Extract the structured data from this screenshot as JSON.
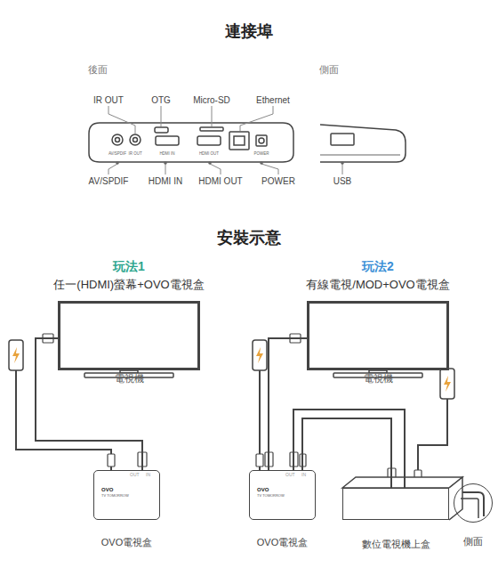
{
  "diagram": {
    "title": "連接埠",
    "nodes": [
      {
        "text": [
          "電視機"
        ]
      },
      {
        "text": [
          "OUT",
          "IN",
          "OVO",
          "TV TOMORROW",
          "OVO電視盒"
        ]
      },
      {
        "text": [
          "電視機"
        ]
      },
      {
        "text": [
          "OUT",
          "IN",
          "OVO",
          "TV TOMORROW",
          "OVO電視盒"
        ]
      },
      {
        "text": [
          "數位電視機上盒"
        ]
      },
      {
        "text": [
          "側面"
        ]
      }
    ],
    "edges": [
      {
        "from": 1,
        "to": 0,
        "arrow": "none"
      },
      {
        "from": 3,
        "to": 2,
        "arrow": "none"
      },
      {
        "from": 4,
        "to": 3,
        "arrow": "none"
      },
      {
        "from": 4,
        "to": 3,
        "arrow": "none"
      }
    ],
    "labels": [
      "後面",
      "側面",
      "IR OUT",
      "OTG",
      "Micro-SD",
      "Ethernet",
      "AV/SPDIF",
      "HDMI IN",
      "HDMI OUT",
      "POWER",
      "USB",
      "AV/SPDIF",
      "IR OUT",
      "HDMI IN",
      "HDMI OUT",
      "POWER",
      "安裝示意",
      "玩法1",
      "任一(HDMI)螢幕+OVO電視盒",
      "玩法2",
      "有線電視/MOD+OVO電視盒"
    ]
  }
}
